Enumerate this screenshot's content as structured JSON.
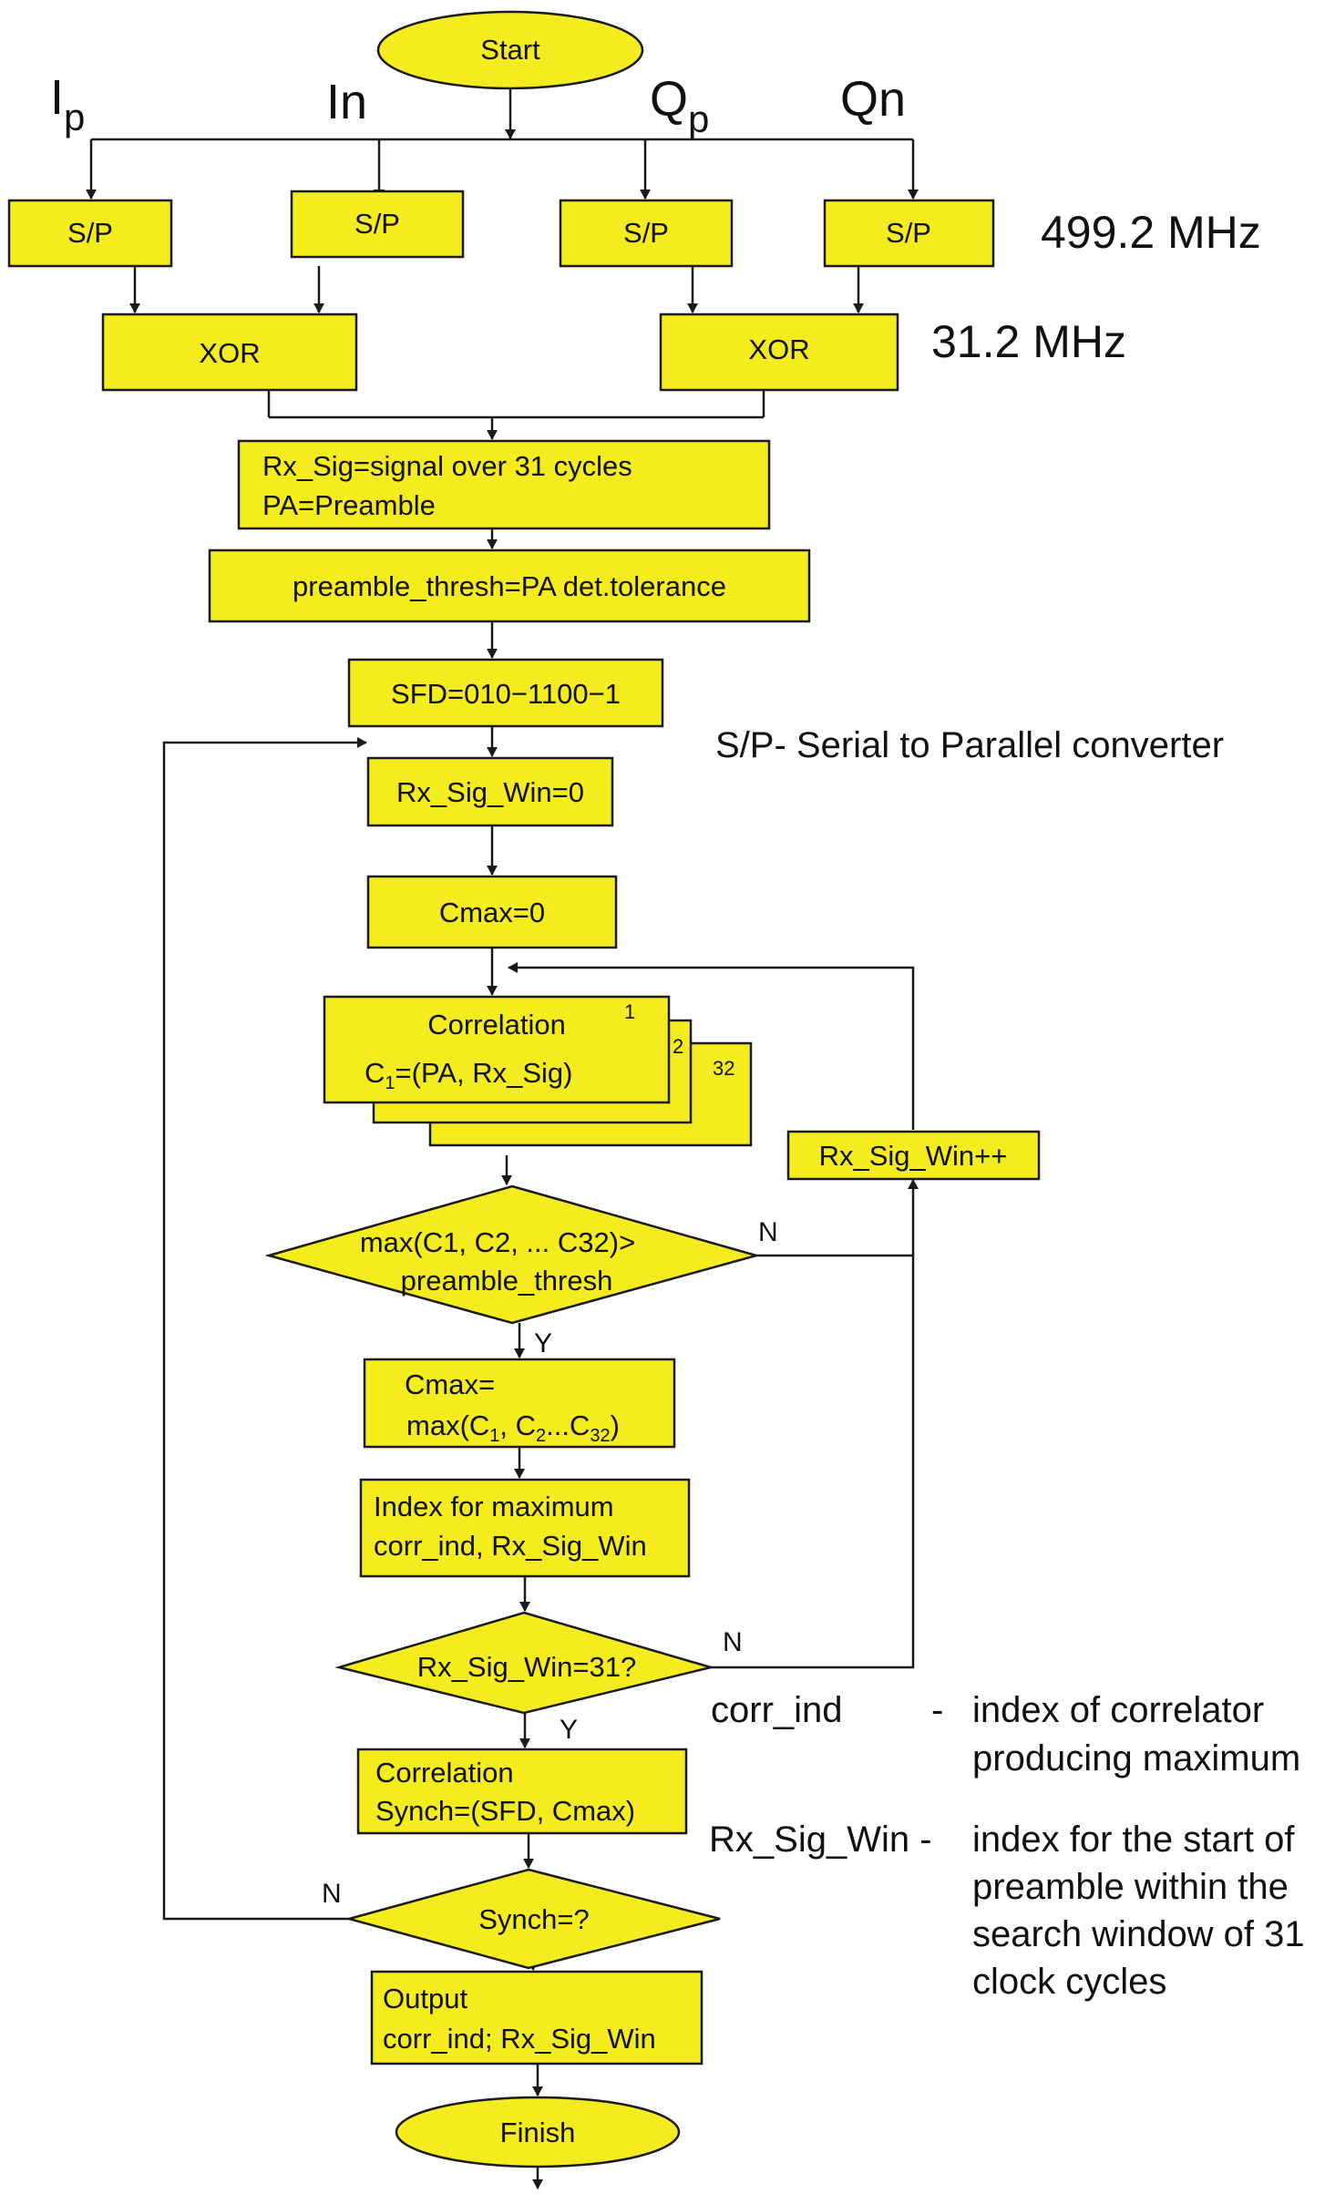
{
  "signals": {
    "ip_main": "I",
    "ip_sub": "p",
    "in_label": "In",
    "qp_main": "Q",
    "qp_sub": "p",
    "qn_label": "Qn"
  },
  "nodes": {
    "start": "Start",
    "sp": "S/P",
    "xor": "XOR",
    "rx_sig_line1": "Rx_Sig=signal over 31 cycles",
    "rx_sig_line2": "PA=Preamble",
    "preamble_thresh": "preamble_thresh=PA det.tolerance",
    "sfd": "SFD=010−1100−1",
    "rx_sig_win_zero": "Rx_Sig_Win=0",
    "cmax_zero": "Cmax=0",
    "correlation_title": "Correlation",
    "correlation_c": "C",
    "correlation_c_sub": "1",
    "correlation_rest": "=(PA, Rx_Sig)",
    "stack_index_1": "1",
    "stack_index_2": "2",
    "stack_index_32": "32",
    "rx_sig_win_inc": "Rx_Sig_Win++",
    "max_decision_line1": "max(C1, C2, ... C32)>",
    "max_decision_line2": "preamble_thresh",
    "cmax_assign_line1": "Cmax=",
    "cmax_assign_a": "max(C",
    "cmax_assign_s1": "1",
    "cmax_assign_b": ", C",
    "cmax_assign_s2": "2",
    "cmax_assign_c": "...C",
    "cmax_assign_s3": "32",
    "cmax_assign_d": ")",
    "index_line1": "Index for maximum",
    "index_line2": "corr_ind, Rx_Sig_Win",
    "win31_decision": "Rx_Sig_Win=31?",
    "synch_corr_line1": "Correlation",
    "synch_corr_line2": "Synch=(SFD, Cmax)",
    "synch_decision": "Synch=?",
    "output_line1": "Output",
    "output_line2": "corr_ind; Rx_Sig_Win",
    "finish": "Finish"
  },
  "branch_labels": {
    "no": "N",
    "yes": "Y"
  },
  "annotations": {
    "freq_high": "499.2 MHz",
    "freq_low": "31.2 MHz",
    "sp_definition": "S/P- Serial to Parallel converter",
    "corr_ind_term": "corr_ind",
    "dash": "-",
    "corr_ind_desc_line1": "index of correlator",
    "corr_ind_desc_line2": "producing maximum",
    "rx_sig_win_term": "Rx_Sig_Win -",
    "rx_sig_win_desc_line1": "index for the start of",
    "rx_sig_win_desc_line2": "preamble within the",
    "rx_sig_win_desc_line3": "search window of 31",
    "rx_sig_win_desc_line4": "clock cycles"
  },
  "colors": {
    "box_fill": "#f4ec1e",
    "stroke": "#1a1a1a",
    "text": "#111111"
  }
}
